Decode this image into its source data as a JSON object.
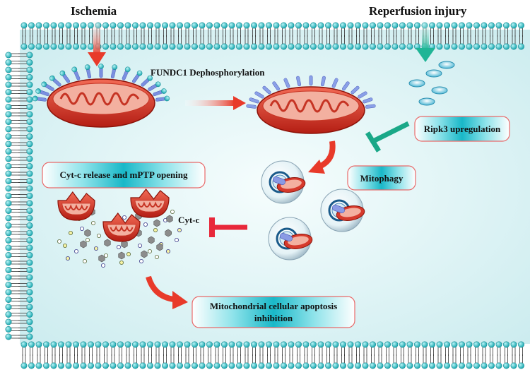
{
  "labels": {
    "ischemia": "Ischemia",
    "reperfusion": "Reperfusion injury",
    "fundc1": "FUNDC1 Dephosphorylation",
    "ripk3": "Ripk3 upregulation",
    "mitophagy": "Mitophagy",
    "cytc_release": "Cyt-c release and mPTP opening",
    "cytc": "Cyt-c",
    "apoptosis_line1": "Mitochondrial cellular apoptosis",
    "apoptosis_line2": "inhibition"
  },
  "colors": {
    "cytoplasm": "#dff4f6",
    "membrane_head": "#36c6cc",
    "mito_red": "#d63a2c",
    "mito_inner": "#f3b0a0",
    "arrow_red": "#e83a2a",
    "arrow_green": "#1fb596",
    "inhibit_red": "#e8283a",
    "inhibit_green": "#1aa888",
    "box_cyan": "#19b8c8",
    "box_border": "#e86a6a",
    "receptor_blue": "#7a90e0"
  }
}
